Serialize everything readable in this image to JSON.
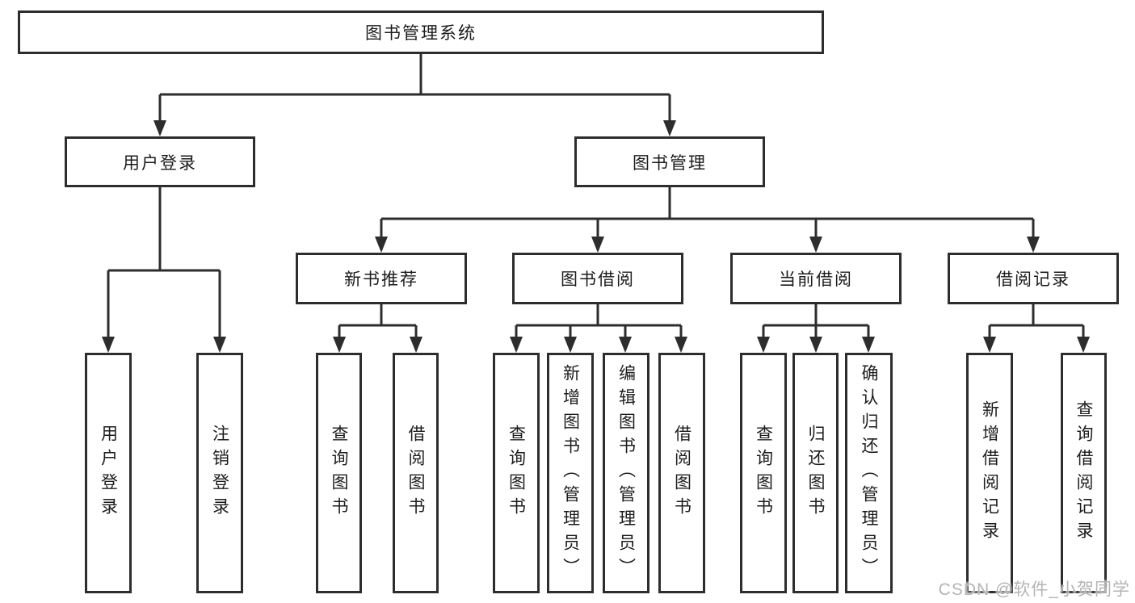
{
  "tree": {
    "root": "图书管理系统",
    "branches": [
      {
        "label": "用户登录",
        "children": [
          {
            "label": "用户登录"
          },
          {
            "label": "注销登录"
          }
        ]
      },
      {
        "label": "图书管理",
        "children": [
          {
            "label": "新书推荐",
            "children": [
              {
                "label": "查询图书"
              },
              {
                "label": "借阅图书"
              }
            ]
          },
          {
            "label": "图书借阅",
            "children": [
              {
                "label": "查询图书"
              },
              {
                "label": "新增图书（管理员）"
              },
              {
                "label": "编辑图书（管理员）"
              },
              {
                "label": "借阅图书"
              }
            ]
          },
          {
            "label": "当前借阅",
            "children": [
              {
                "label": "查询图书"
              },
              {
                "label": "归还图书"
              },
              {
                "label": "确认归还（管理员）"
              }
            ]
          },
          {
            "label": "借阅记录",
            "children": [
              {
                "label": "新增借阅记录"
              },
              {
                "label": "查询借阅记录"
              }
            ]
          }
        ]
      }
    ]
  },
  "watermark": "CSDN @软件_小贺同学",
  "colors": {
    "line": "#2d2d2d",
    "box_border": "#2d2d2d",
    "background": "#ffffff",
    "text": "#1c1c1c",
    "watermark": "#b4b4b4"
  }
}
